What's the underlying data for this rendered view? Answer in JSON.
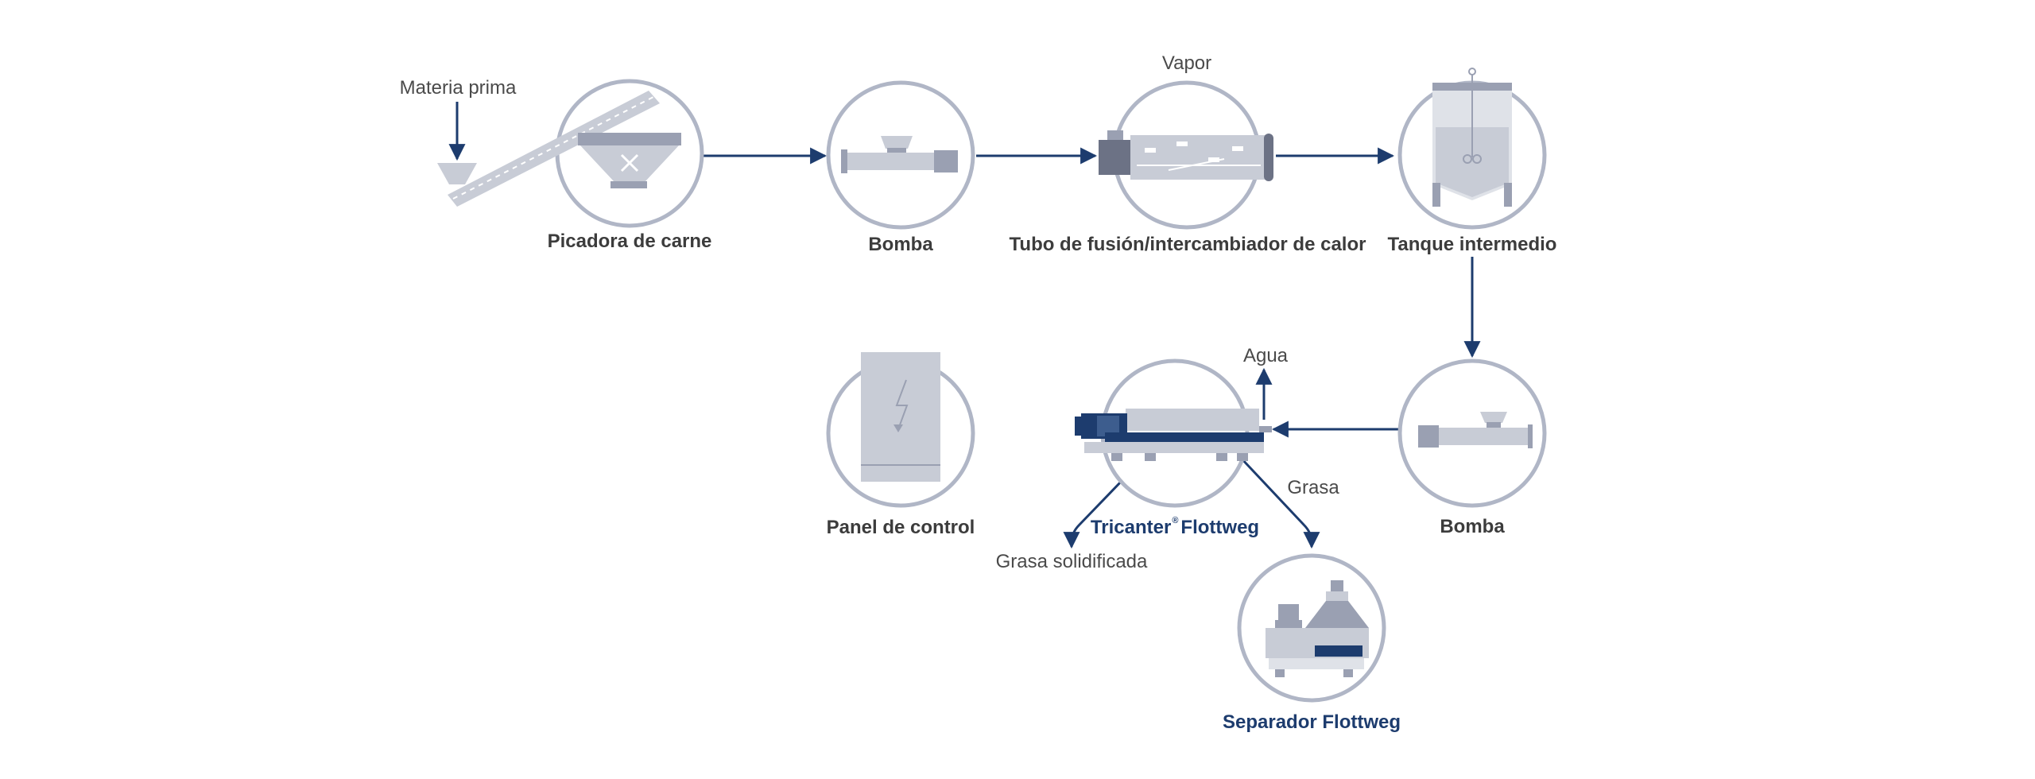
{
  "colors": {
    "flow_line": "#1d3c6e",
    "circle_stroke": "#b0b6c6",
    "equipment_light": "#c8ccd6",
    "equipment_mid": "#9aa0b2",
    "equipment_dark": "#6c7285",
    "brand_blue": "#1d3c6e",
    "label_text": "#3c3c3c"
  },
  "labels": {
    "raw_material": "Materia prima",
    "meat_grinder": "Picadora de carne",
    "pump_1": "Bomba",
    "steam": "Vapor",
    "melting_tube": "Tubo de fusión/intercambiador de calor",
    "buffer_tank": "Tanque intermedio",
    "water": "Agua",
    "pump_2": "Bomba",
    "control_panel": "Panel de control",
    "tricanter_name": "Tricanter",
    "tricanter_mark": "®",
    "tricanter_brand": "Flottweg",
    "fat": "Grasa",
    "solidified_fat": "Grasa solidificada",
    "separator": "Separador Flottweg"
  },
  "icons": {
    "grinder": "meat-grinder-icon",
    "pump": "pump-icon",
    "heat_exchanger": "heat-exchanger-icon",
    "tank": "buffer-tank-icon",
    "control_panel": "control-panel-icon",
    "tricanter": "tricanter-icon",
    "separator": "separator-icon"
  }
}
